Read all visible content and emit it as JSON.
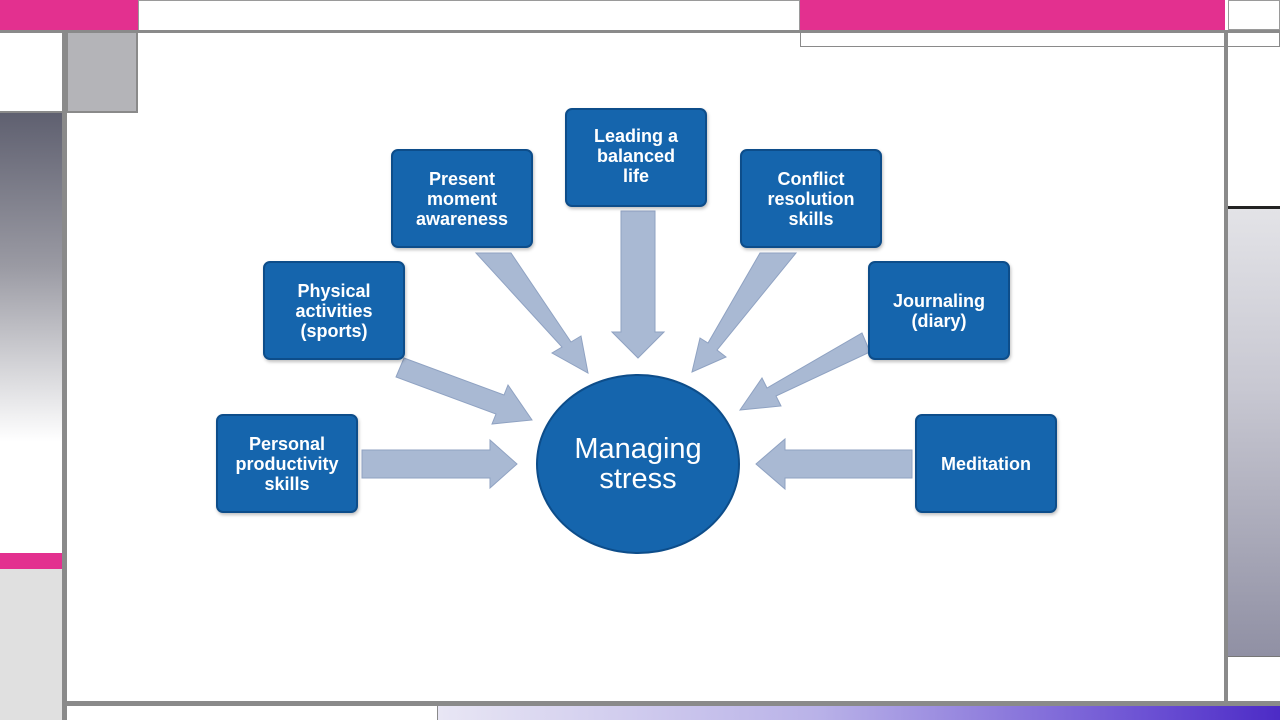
{
  "colors": {
    "accent_pink": "#e3308f",
    "node_blue": "#1565ad",
    "arrow_gray_blue": "#a9b9d3",
    "frame_gray": "#8a8a8a"
  },
  "diagram": {
    "center": "Managing\nstress",
    "nodes": {
      "personal_productivity": "Personal\nproductivity\nskills",
      "physical_activities": "Physical\nactivities\n(sports)",
      "present_moment": "Present\nmoment\nawareness",
      "leading_balanced": "Leading a\nbalanced\nlife",
      "conflict_resolution": "Conflict\nresolution\nskills",
      "journaling": "Journaling\n(diary)",
      "meditation": "Meditation"
    }
  }
}
